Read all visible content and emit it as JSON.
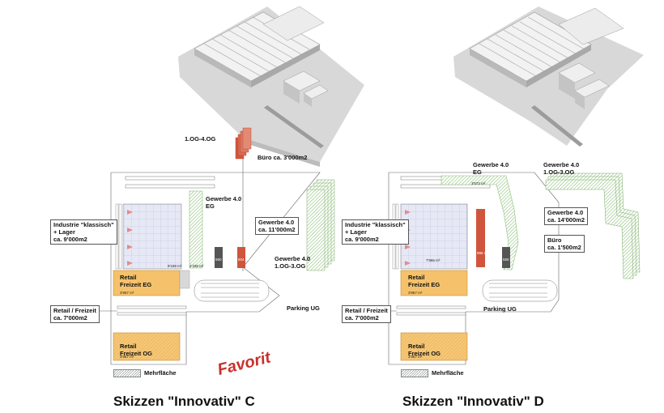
{
  "diagram_c": {
    "og_label": "1.OG-4.OG",
    "buero": "Büro ca. 3'000m2",
    "gewerbe_eg": "Gewerbe 4.0\nEG",
    "gewerbe_og": "Gewerbe 4.0\nca. 11'000m2",
    "gewerbe_og_floors": "Gewerbe 4.0\n1.OG-3.OG",
    "industrie": "Industrie \"klassisch\"\n+ Lager\nca. 9'000m2",
    "retail_eg": "Retail\nFreizeit EG",
    "retail_og": "Retail\nFreizeit OG",
    "retail_freizeit": "Retail / Freizeit\nca. 7'000m2",
    "parking": "Parking UG",
    "area_industrie": "9'159 m²",
    "area_gewerbe": "2'338 m²",
    "area_grey": "560 m²",
    "area_red": "504 m²",
    "area_retail_eg": "3'957 m²",
    "area_retail_og": "3'957 m²",
    "caption": "Skizzen \"Innovativ\" C",
    "favorit": "Favorit"
  },
  "diagram_d": {
    "gewerbe_eg": "Gewerbe 4.0\nEG",
    "gewerbe_og_floors": "Gewerbe 4.0\n1.OG-3.OG",
    "gewerbe_og": "Gewerbe 4.0\nca. 14'000m2",
    "buero": "Büro\nca. 1'500m2",
    "industrie": "Industrie \"klassisch\"\n+ Lager\nca. 9'000m2",
    "retail_eg": "Retail\nFreizeit EG",
    "retail_og": "Retail\nFreizeit OG",
    "retail_freizeit": "Retail / Freizeit\nca. 7'000m2",
    "parking": "Parking UG",
    "area_top": "3'572 m²",
    "area_industrie": "7'966 m²",
    "area_red": "985 m²",
    "area_grey": "550 m²",
    "area_retail_eg": "3'957 m²",
    "area_retail_og": "3'957 m²",
    "caption": "Skizzen \"Innovativ\" D"
  },
  "legend": {
    "mehrflaeche": "Mehrfläche"
  },
  "colors": {
    "retail": "#f5c26b",
    "industrie": "#e4e6f4",
    "red": "#d4573e",
    "green_hatch": "#8ec07a",
    "grey": "#555555"
  }
}
